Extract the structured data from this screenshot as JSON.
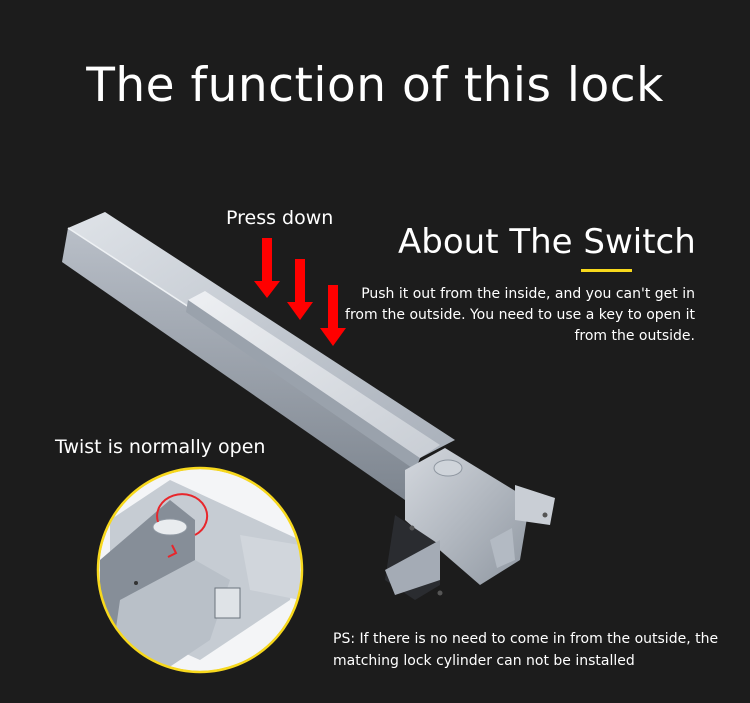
{
  "page": {
    "title": "The function of this lock",
    "background_color": "#1c1c1c",
    "accent_color": "#f7d81c",
    "arrow_color": "#ff0000"
  },
  "annotations": {
    "press_label": "Press down",
    "twist_label": "Twist is normally open"
  },
  "switch_section": {
    "heading": "About The Switch",
    "description": "Push it out from the inside, and you can't get in from the outside. You need to use a key to open it from the outside."
  },
  "footnote": {
    "text": "PS: If there is no need to come in from the outside, the matching lock cylinder can not be installed"
  },
  "icons": {
    "press_arrows": "arrow-down-icon x3",
    "rotate_indicator": "rotate-clockwise-icon"
  }
}
